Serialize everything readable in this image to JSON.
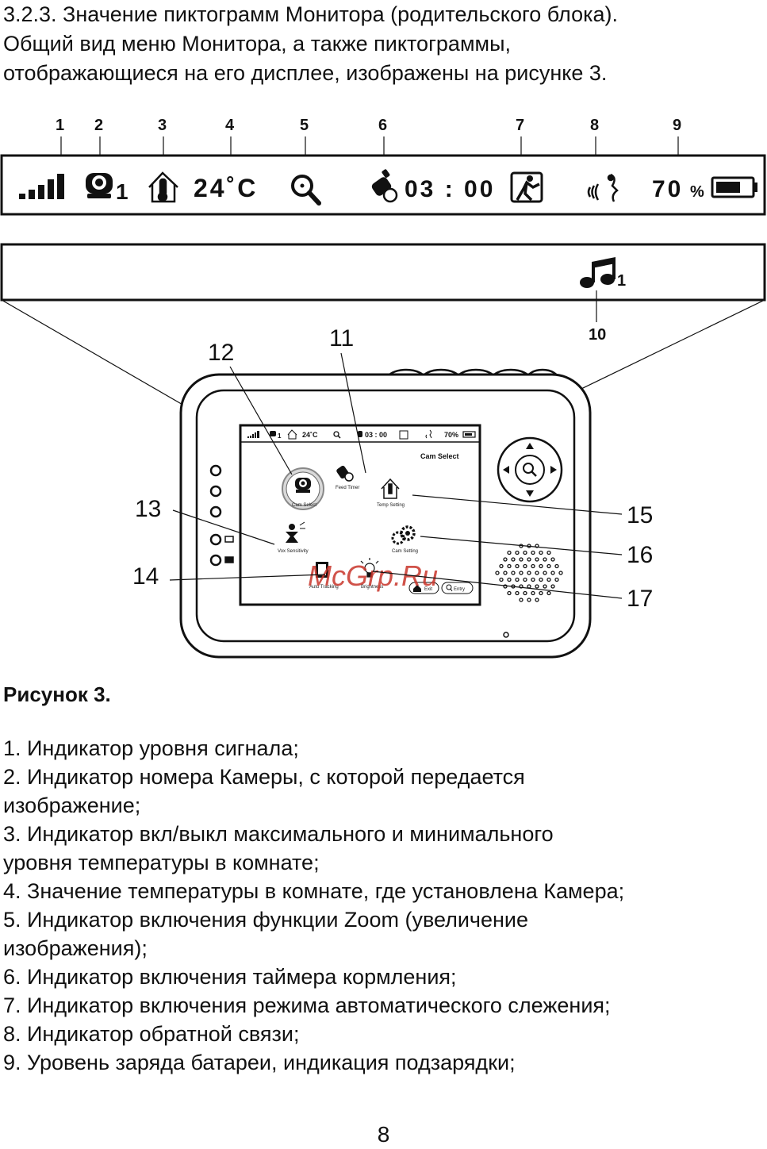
{
  "intro": {
    "line1": "3.2.3. Значение пиктограмм Монитора (родительского блока).",
    "line2": "Общий вид меню Монитора, а также пиктограммы,",
    "line3": "отображающиеся на его дисплее, изображены на рисунке 3."
  },
  "status_bar": {
    "callouts": [
      "1",
      "2",
      "3",
      "4",
      "5",
      "6",
      "7",
      "8",
      "9"
    ],
    "camera_number": "1",
    "temperature": "24˚C",
    "timer": "03 : 00",
    "battery_percent": "70",
    "percent_sign": "%",
    "icons": [
      "signal-icon",
      "camera-icon",
      "thermometer-house-icon",
      "zoom-icon",
      "feeding-bottle-icon",
      "auto-tracking-icon",
      "talkback-icon",
      "battery-icon"
    ]
  },
  "second_bar": {
    "music_number": "1",
    "callout": "10",
    "icons": [
      "music-note-icon"
    ]
  },
  "device": {
    "callouts": {
      "c11": "11",
      "c12": "12",
      "c13": "13",
      "c14": "14",
      "c15": "15",
      "c16": "16",
      "c17": "17"
    },
    "screen": {
      "mini_camera_number": "1",
      "mini_temperature": "24˚C",
      "mini_timer": "03 : 00",
      "mini_battery": "70%",
      "title": "Cam Select",
      "items": {
        "cam_select": "Cam Select",
        "feed_timer": "Feed Timer",
        "temp_setting": "Temp Setting",
        "vox_sensitivity": "Vox Sensitivity",
        "cam_setting": "Cam Setting",
        "auto_tracking": "Auto Tracking",
        "brightness": "Brightness"
      },
      "exit_label": "Exit",
      "entry_label": "Entry"
    },
    "watermark": "McGrp.Ru"
  },
  "caption": "Рисунок 3.",
  "legend": [
    "1. Индикатор уровня сигнала;",
    "2. Индикатор номера Камеры, с которой передается",
    "изображение;",
    "3. Индикатор вкл/выкл максимального и минимального",
    "уровня температуры в комнате;",
    "4. Значение температуры в комнате, где установлена Камера;",
    "5. Индикатор включения функции Zoom (увеличение",
    "изображения);",
    "6. Индикатор включения таймера кормления;",
    "7. Индикатор включения режима автоматического слежения;",
    "8. Индикатор обратной связи;",
    "9. Уровень заряда батареи, индикация подзарядки;"
  ],
  "page_number": "8"
}
